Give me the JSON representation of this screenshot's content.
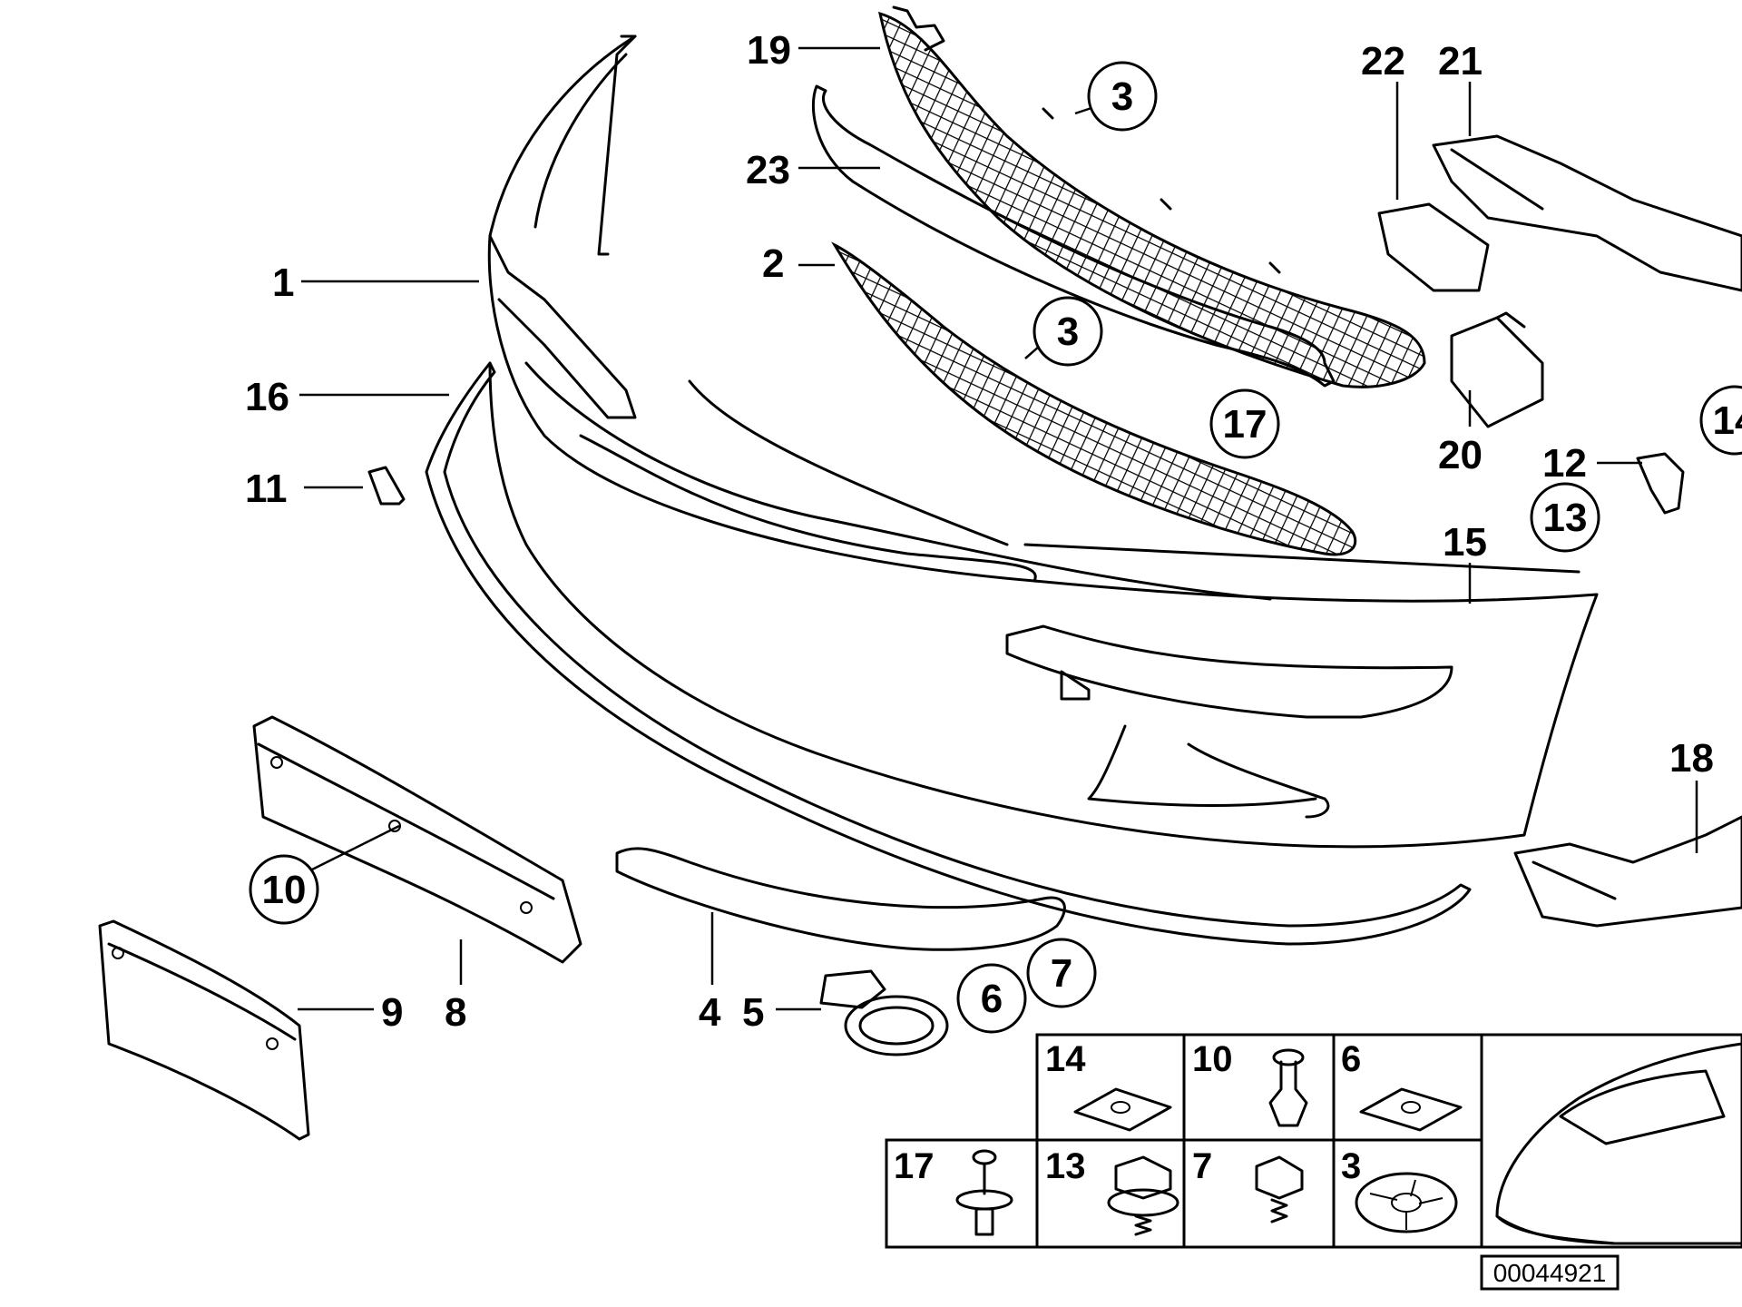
{
  "diagram": {
    "callouts": [
      {
        "id": "c1",
        "text": "1"
      },
      {
        "id": "c2",
        "text": "2"
      },
      {
        "id": "c3a",
        "text": "3"
      },
      {
        "id": "c3b",
        "text": "3"
      },
      {
        "id": "c4",
        "text": "4"
      },
      {
        "id": "c5",
        "text": "5"
      },
      {
        "id": "c6",
        "text": "6"
      },
      {
        "id": "c7",
        "text": "7"
      },
      {
        "id": "c8",
        "text": "8"
      },
      {
        "id": "c9",
        "text": "9"
      },
      {
        "id": "c10",
        "text": "10"
      },
      {
        "id": "c11",
        "text": "11"
      },
      {
        "id": "c12",
        "text": "12"
      },
      {
        "id": "c13",
        "text": "13"
      },
      {
        "id": "c14",
        "text": "14"
      },
      {
        "id": "c15",
        "text": "15"
      },
      {
        "id": "c16",
        "text": "16"
      },
      {
        "id": "c17",
        "text": "17"
      },
      {
        "id": "c18",
        "text": "18"
      },
      {
        "id": "c19",
        "text": "19"
      },
      {
        "id": "c20",
        "text": "20"
      },
      {
        "id": "c21",
        "text": "21"
      },
      {
        "id": "c22",
        "text": "22"
      },
      {
        "id": "c23",
        "text": "23"
      }
    ],
    "fastener_table": {
      "top_row": [
        "14",
        "10",
        "6"
      ],
      "bottom_row": [
        "17",
        "13",
        "7",
        "3"
      ]
    },
    "reference_number": "00044921"
  }
}
